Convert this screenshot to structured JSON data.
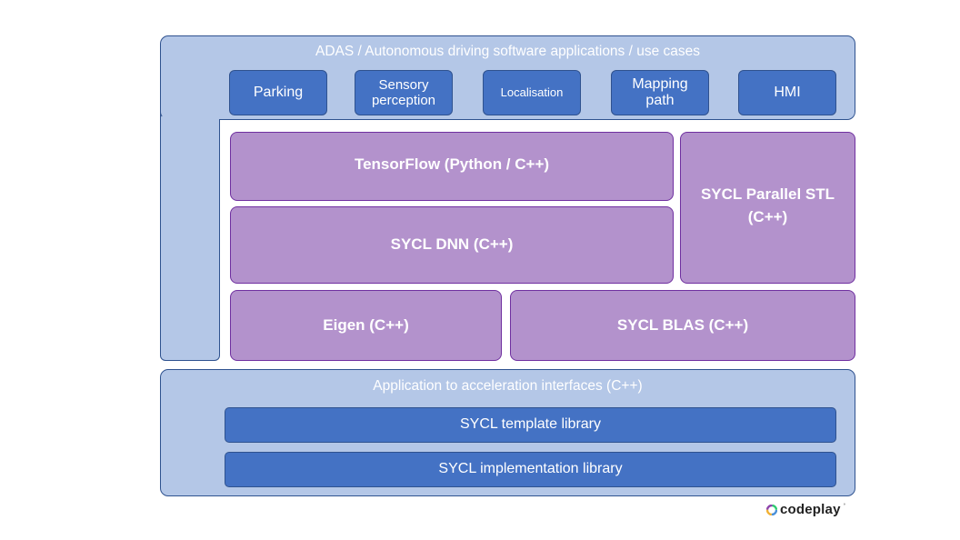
{
  "applications_layer": {
    "title": "ADAS / Autonomous driving software applications / use cases",
    "items": [
      {
        "label": "Parking"
      },
      {
        "label": "Sensory\nperception"
      },
      {
        "label": "Localisation"
      },
      {
        "label": "Mapping\npath"
      },
      {
        "label": "HMI"
      }
    ]
  },
  "libraries": {
    "tensorflow": "TensorFlow (Python / C++)",
    "sycl_dnn": "SYCL DNN (C++)",
    "sycl_parallel_stl": "SYCL Parallel STL\n(C++)",
    "eigen": "Eigen (C++)",
    "sycl_blas": "SYCL BLAS (C++)"
  },
  "interfaces_layer": {
    "title": "Application to acceleration interfaces (C++)",
    "template_library": "SYCL template library",
    "implementation_library": "SYCL implementation library"
  },
  "logo": {
    "text": "codeplay",
    "mark": "°"
  },
  "colors": {
    "light_blue": "#b4c7e7",
    "dark_blue": "#4472c4",
    "purple": "#b392cc",
    "purple_border": "#7030a0"
  }
}
